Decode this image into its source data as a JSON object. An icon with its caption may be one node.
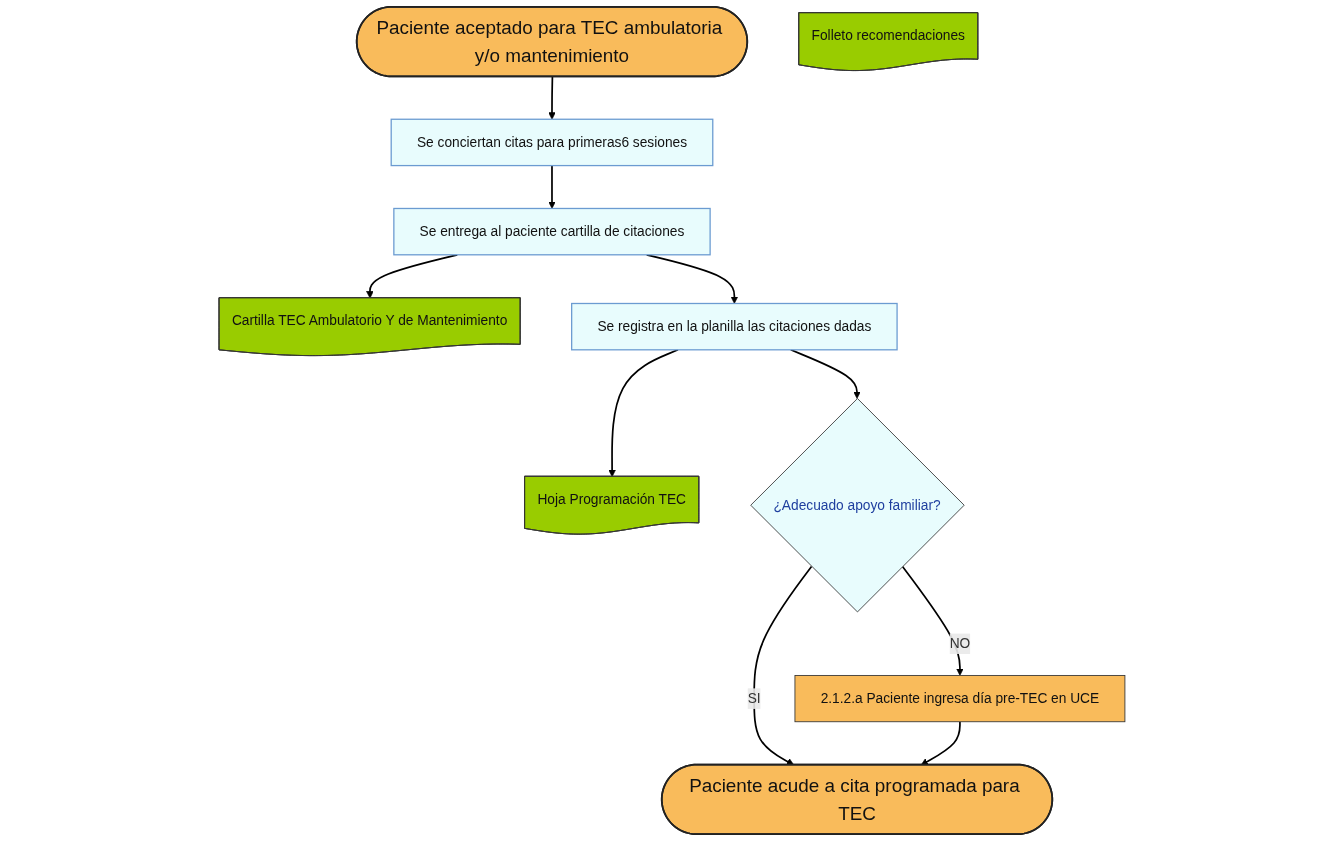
{
  "diagram": {
    "nodes": [
      {
        "text": [
          "Paciente aceptado para TEC ambulatoria y/o mantenimiento"
        ]
      },
      {
        "text": [
          "Se conciertan citas para primeras6 sesiones"
        ]
      },
      {
        "text": [
          "Se entrega al paciente cartilla de citaciones"
        ]
      },
      {
        "text": [
          "Cartilla TEC Ambulatorio Y de Mantenimiento"
        ]
      },
      {
        "text": [
          "Folleto recomendaciones"
        ]
      },
      {
        "text": [
          "Se registra en la planilla las citaciones dadas"
        ]
      },
      {
        "text": [
          "Hoja Programación TEC"
        ]
      },
      {
        "text": [
          "¿Adecuado apoyo familiar?"
        ]
      },
      {
        "text": [
          "Paciente acude a cita programada para TEC"
        ]
      },
      {
        "text": [
          "2.1.2.a Paciente ingresa día pre-TEC en UCE"
        ]
      }
    ],
    "edges": [
      {
        "from": 0,
        "to": 1,
        "arrow": "to"
      },
      {
        "from": 1,
        "to": 2,
        "arrow": "to"
      },
      {
        "from": 2,
        "to": 3,
        "arrow": "to"
      },
      {
        "from": 2,
        "to": 5,
        "arrow": "to"
      },
      {
        "from": 5,
        "to": 6,
        "arrow": "to"
      },
      {
        "from": 5,
        "to": 7,
        "arrow": "to"
      },
      {
        "from": 7,
        "to": 8,
        "label": "SI",
        "arrow": "to"
      },
      {
        "from": 7,
        "to": 9,
        "label": "NO",
        "arrow": "to"
      },
      {
        "from": 9,
        "to": 8,
        "arrow": "to"
      }
    ]
  }
}
